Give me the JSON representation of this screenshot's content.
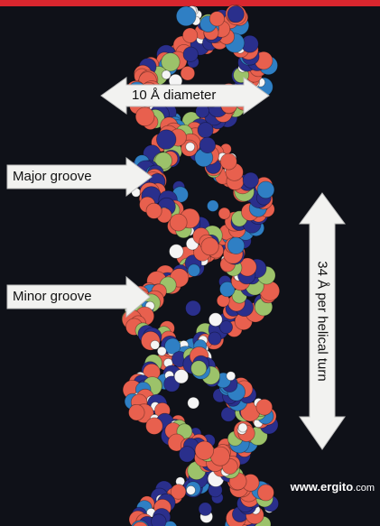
{
  "figure": {
    "labels": {
      "diameter": "10 Å diameter",
      "major_groove": "Major groove",
      "minor_groove": "Minor groove",
      "helical_turn": "34 Å per helical turn"
    },
    "watermark": {
      "main": "www.ergito",
      "suffix": ".com"
    },
    "colors": {
      "background": "#0f1118",
      "top_banner": "#d8262e",
      "arrow_fill": "#f2f2f0",
      "atom_oxygen": "#e8604e",
      "atom_nitrogen": "#2a2f8c",
      "atom_hydrogen": "#f5f5f5",
      "atom_carbon": "#2f7fc4",
      "atom_phosphorus": "#9cc26a"
    }
  }
}
